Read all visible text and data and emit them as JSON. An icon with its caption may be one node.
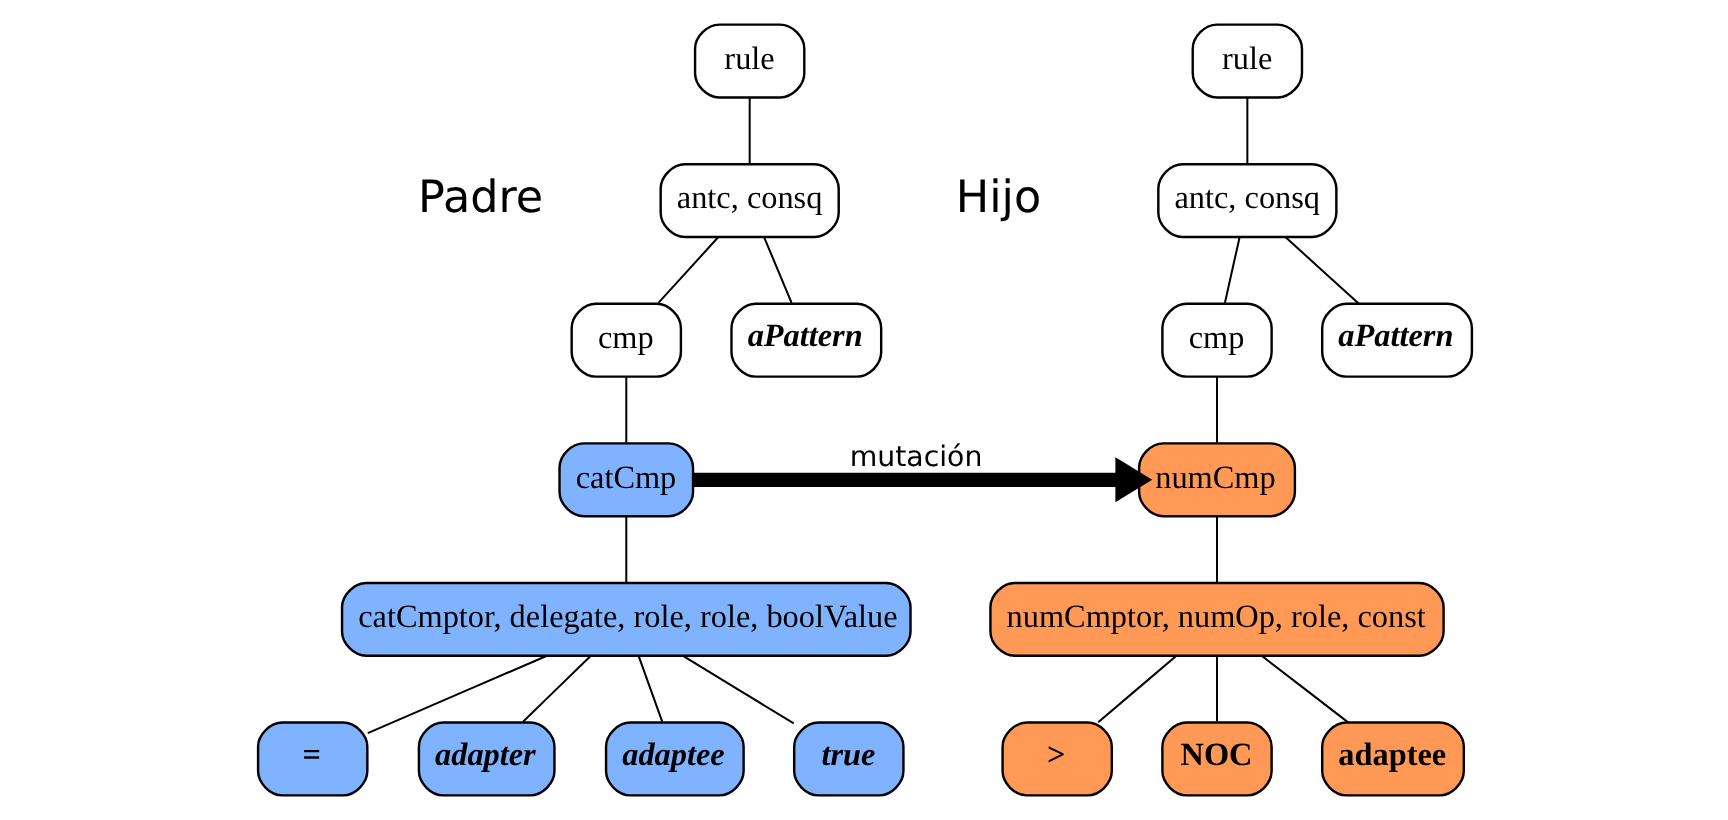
{
  "diagram": {
    "nodes": [
      {
        "text": [
          "rule"
        ]
      },
      {
        "text": [
          "antc, consq"
        ]
      },
      {
        "text": [
          "cmp"
        ]
      },
      {
        "text": [
          "aPattern"
        ]
      },
      {
        "text": [
          "catCmp"
        ]
      },
      {
        "text": [
          "catCmptor, delegate, role, role, boolValue"
        ]
      },
      {
        "text": [
          "="
        ]
      },
      {
        "text": [
          "adapter"
        ]
      },
      {
        "text": [
          "adaptee"
        ]
      },
      {
        "text": [
          "true"
        ]
      },
      {
        "text": [
          "rule"
        ]
      },
      {
        "text": [
          "antc, consq"
        ]
      },
      {
        "text": [
          "cmp"
        ]
      },
      {
        "text": [
          "aPattern"
        ]
      },
      {
        "text": [
          "numCmp"
        ]
      },
      {
        "text": [
          "numCmptor, numOp, role, const"
        ]
      },
      {
        "text": [
          ">"
        ]
      },
      {
        "text": [
          "NOC"
        ]
      },
      {
        "text": [
          "adaptee"
        ]
      }
    ],
    "edges": [
      {
        "from": 0,
        "to": 1,
        "arrow": "none"
      },
      {
        "from": 1,
        "to": 2,
        "arrow": "none"
      },
      {
        "from": 1,
        "to": 3,
        "arrow": "none"
      },
      {
        "from": 2,
        "to": 4,
        "arrow": "none"
      },
      {
        "from": 4,
        "to": 5,
        "arrow": "none"
      },
      {
        "from": 5,
        "to": 6,
        "arrow": "none"
      },
      {
        "from": 5,
        "to": 7,
        "arrow": "none"
      },
      {
        "from": 5,
        "to": 8,
        "arrow": "none"
      },
      {
        "from": 5,
        "to": 9,
        "arrow": "none"
      },
      {
        "from": 10,
        "to": 11,
        "arrow": "none"
      },
      {
        "from": 11,
        "to": 12,
        "arrow": "none"
      },
      {
        "from": 11,
        "to": 13,
        "arrow": "none"
      },
      {
        "from": 12,
        "to": 14,
        "arrow": "none"
      },
      {
        "from": 14,
        "to": 15,
        "arrow": "none"
      },
      {
        "from": 15,
        "to": 16,
        "arrow": "none"
      },
      {
        "from": 15,
        "to": 17,
        "arrow": "none"
      },
      {
        "from": 15,
        "to": 18,
        "arrow": "none"
      },
      {
        "from": 4,
        "to": 14,
        "arrow": "to",
        "label": "mutación",
        "style": "thick"
      }
    ],
    "labels": [
      "Padre",
      "Hijo"
    ]
  }
}
